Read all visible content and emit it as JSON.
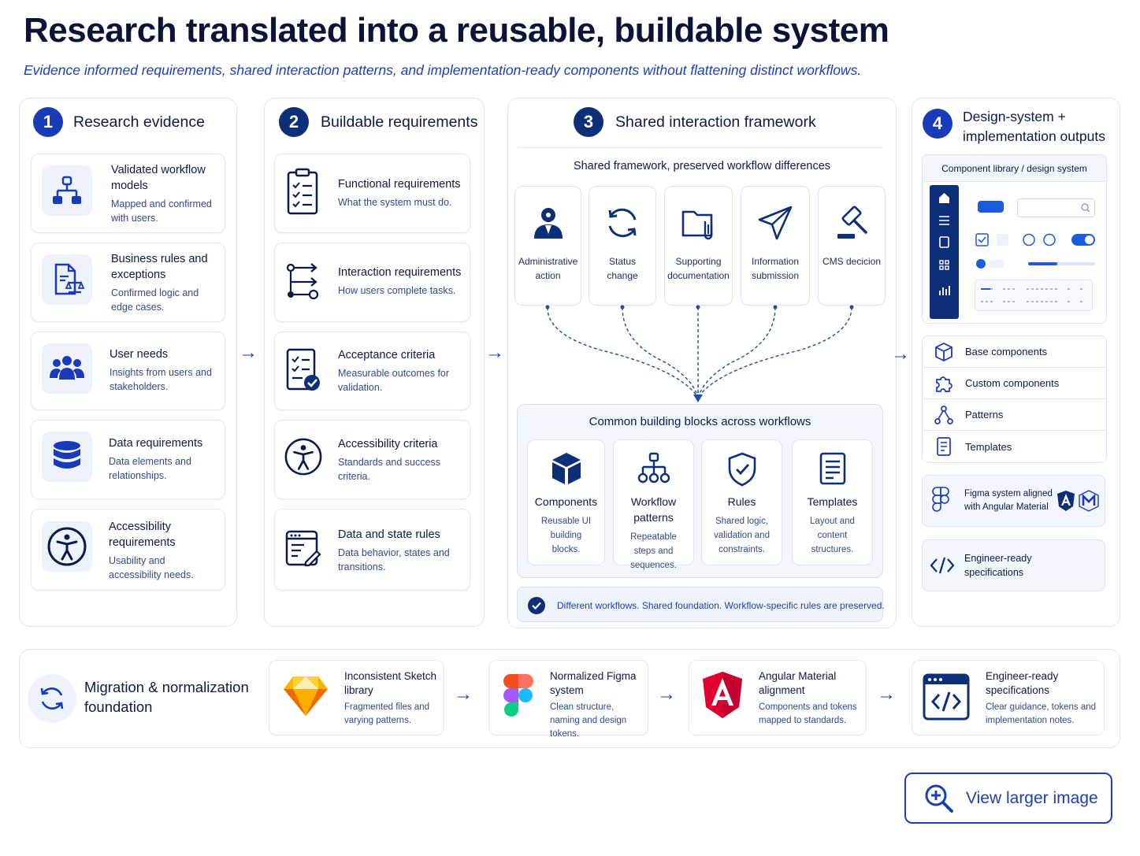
{
  "header": {
    "title": "Research translated into a reusable, buildable system",
    "subtitle": "Evidence informed requirements, shared interaction patterns, and implementation-ready components without flattening distinct workflows."
  },
  "col1": {
    "number": "1",
    "title": "Research evidence",
    "cards": [
      {
        "title": "Validated workflow models",
        "desc": "Mapped and confirmed with users.",
        "icon": "hierarchy-icon"
      },
      {
        "title": "Business rules and exceptions",
        "desc": "Confirmed logic and edge cases.",
        "icon": "document-scale-icon"
      },
      {
        "title": "User needs",
        "desc": "Insights from users and stakeholders.",
        "icon": "people-icon"
      },
      {
        "title": "Data requirements",
        "desc": "Data elements and relationships.",
        "icon": "database-icon"
      },
      {
        "title": "Accessibility requirements",
        "desc": "Usability and accessibility needs.",
        "icon": "accessibility-icon"
      }
    ]
  },
  "col2": {
    "number": "2",
    "title": "Buildable requirements",
    "cards": [
      {
        "title": "Functional requirements",
        "desc": "What the system must do.",
        "icon": "clipboard-checklist-icon"
      },
      {
        "title": "Interaction requirements",
        "desc": "How users complete tasks.",
        "icon": "flow-icon"
      },
      {
        "title": "Acceptance criteria",
        "desc": "Measurable outcomes for validation.",
        "icon": "checklist-check-icon"
      },
      {
        "title": "Accessibility criteria",
        "desc": "Standards and success criteria.",
        "icon": "accessibility-icon"
      },
      {
        "title": "Data and state rules",
        "desc": "Data behavior, states and transitions.",
        "icon": "browser-edit-icon"
      }
    ]
  },
  "col3": {
    "number": "3",
    "title": "Shared interaction framework",
    "subheading": "Shared framework, preserved workflow differences",
    "workflows": [
      {
        "label": "Administrative action",
        "icon": "admin-user-icon"
      },
      {
        "label": "Status change",
        "icon": "refresh-icon"
      },
      {
        "label": "Supporting documentation",
        "icon": "folder-attachment-icon"
      },
      {
        "label": "Information submission",
        "icon": "paper-plane-icon"
      },
      {
        "label": "CMS decicion",
        "icon": "gavel-icon"
      }
    ],
    "blocks_title": "Common building blocks across workflows",
    "blocks": [
      {
        "title": "Components",
        "desc": "Reusable UI building blocks.",
        "icon": "cube-icon"
      },
      {
        "title": "Workflow patterns",
        "desc": "Repeatable steps and sequences.",
        "icon": "tree-icon"
      },
      {
        "title": "Rules",
        "desc": "Shared logic, validation and constraints.",
        "icon": "shield-check-icon"
      },
      {
        "title": "Templates",
        "desc": "Layout and content structures.",
        "icon": "document-lines-icon"
      }
    ],
    "note": "Different workflows. Shared foundation. Workflow-specific rules are preserved."
  },
  "col4": {
    "number": "4",
    "title": "Design-system + implementation outputs",
    "library_title": "Component library / design system",
    "outputs": [
      {
        "label": "Base components",
        "icon": "cube-outline-icon"
      },
      {
        "label": "Custom components",
        "icon": "puzzle-icon"
      },
      {
        "label": "Patterns",
        "icon": "nodes-icon"
      },
      {
        "label": "Templates",
        "icon": "template-icon"
      }
    ],
    "figma_note": "Figma system aligned with Angular Material",
    "engineer_note": "Engineer-ready specifications"
  },
  "migration": {
    "title": "Migration & normalization foundation",
    "steps": [
      {
        "title": "Inconsistent Sketch library",
        "desc": "Fragmented files and varying patterns.",
        "icon": "sketch-icon"
      },
      {
        "title": "Normalized Figma system",
        "desc": "Clean structure, naming and design tokens.",
        "icon": "figma-icon"
      },
      {
        "title": "Angular Material alignment",
        "desc": "Components and tokens mapped to standards.",
        "icon": "angular-icon"
      },
      {
        "title": "Engineer-ready specifications",
        "desc": "Clear guidance, tokens and implementation notes.",
        "icon": "code-window-icon"
      }
    ]
  },
  "view_button": {
    "label": "View larger image",
    "icon": "zoom-in-icon"
  },
  "colors": {
    "primary": "#1a3bb8",
    "navy": "#0c1a4b",
    "accent_blue": "#1d3fb5"
  }
}
